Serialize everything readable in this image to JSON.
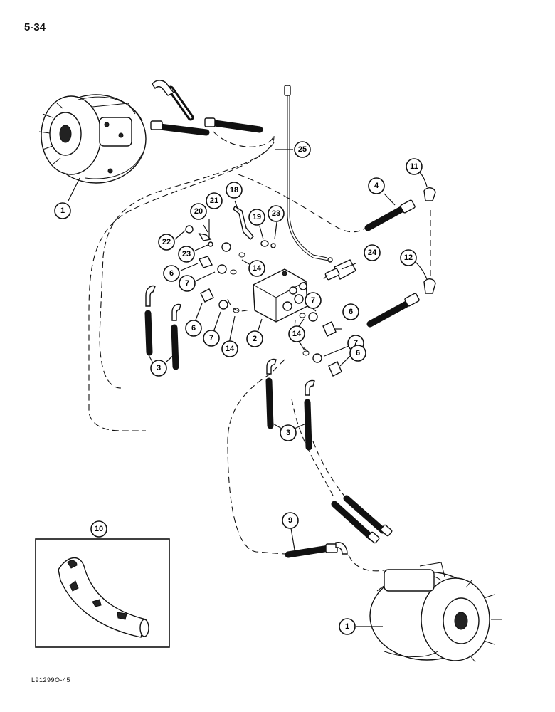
{
  "page": {
    "number": "5-34",
    "figure_id": "L91299O-45"
  },
  "callouts": {
    "c1a": "1",
    "c1b": "1",
    "c2": "2",
    "c3a": "3",
    "c3b": "3",
    "c4": "4",
    "c6a": "6",
    "c6b": "6",
    "c6c": "6",
    "c6d": "6",
    "c7a": "7",
    "c7b": "7",
    "c7c": "7",
    "c7d": "7",
    "c9": "9",
    "c10": "10",
    "c11": "11",
    "c12": "12",
    "c14a": "14",
    "c14b": "14",
    "c14c": "14",
    "c18": "18",
    "c19": "19",
    "c20": "20",
    "c21": "21",
    "c22": "22",
    "c23a": "23",
    "c23b": "23",
    "c24": "24",
    "c25": "25"
  }
}
